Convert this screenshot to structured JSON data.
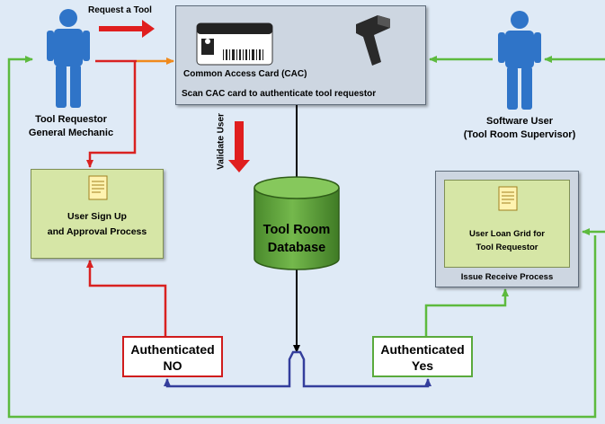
{
  "labels": {
    "request_tool": "Request a Tool",
    "cac_title": "Common Access Card (CAC)",
    "cac_scan": "Scan CAC card to authenticate tool requestor",
    "requestor_line1": "Tool Requestor",
    "requestor_line2": "General Mechanic",
    "software_user_line1": "Software User",
    "software_user_line2": "(Tool Room Supervisor)",
    "validate_user": "Validate User",
    "signup_line1": "User Sign Up",
    "signup_line2": "and Approval Process",
    "db_line1": "Tool Room",
    "db_line2": "Database",
    "loan_line1": "User Loan Grid for",
    "loan_line2": "Tool Requestor",
    "issue_receive": "Issue Receive Process",
    "auth_no_line1": "Authenticated",
    "auth_no_line2": "NO",
    "auth_yes_line1": "Authenticated",
    "auth_yes_line2": "Yes"
  },
  "colors": {
    "background": "#dfeaf6",
    "person": "#2f74c8",
    "red_flow": "#d92121",
    "green_flow": "#5dba3e",
    "blue_flow": "#343e9c",
    "orange_flow": "#f08a1c",
    "database": "#5e9e3a",
    "process_box": "#d6e6a6",
    "container_box": "#cdd6e1"
  },
  "icons": [
    "person-icon",
    "id-card-icon",
    "barcode-scanner-icon",
    "document-icon",
    "database-icon"
  ]
}
